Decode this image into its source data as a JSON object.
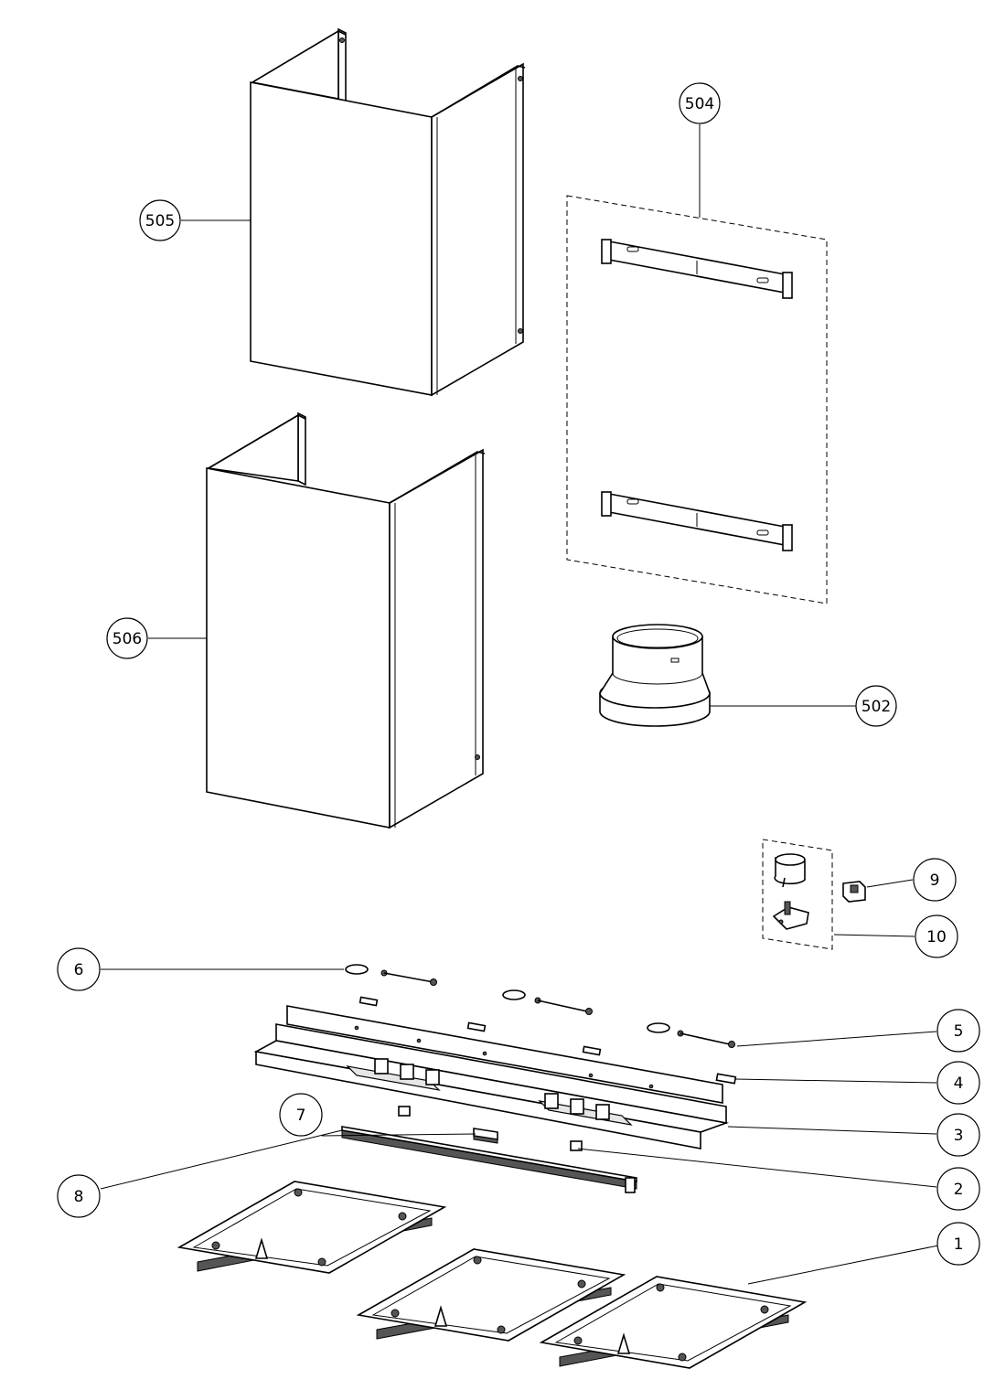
{
  "callouts": {
    "c505": "505",
    "c504": "504",
    "c506": "506",
    "c502": "502",
    "c9": "9",
    "c10": "10",
    "c6": "6",
    "c5": "5",
    "c4": "4",
    "c7": "7",
    "c3": "3",
    "c8": "8",
    "c2": "2",
    "c1": "1"
  },
  "parts": {
    "upper_chimney": "upper-chimney-cover",
    "lower_chimney": "lower-chimney-cover",
    "bracket_set": "chimney-bracket-set",
    "duct_adapter": "duct-adapter-collar",
    "control_module": "control-switch-module",
    "switch": "switch",
    "tether_wires": "filter-safety-wires",
    "frame_channel": "hood-frame-channel",
    "filter_panels": "filter-panels"
  }
}
